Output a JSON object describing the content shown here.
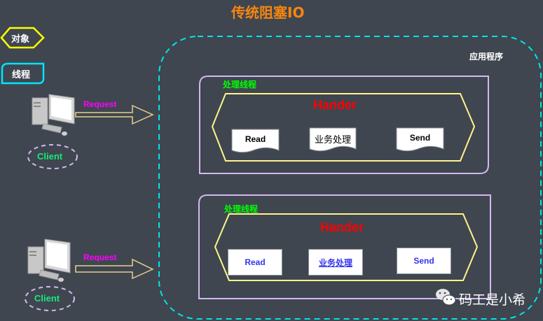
{
  "title": "传统阻塞IO",
  "legend": {
    "object_label": "对象",
    "thread_label": "线程",
    "object_color": "#ffff00",
    "thread_color": "#00e5ff"
  },
  "application": {
    "label": "应用程序",
    "border_color": "#00e5e5"
  },
  "clients": [
    {
      "label": "Client",
      "request_label": "Request"
    },
    {
      "label": "Client",
      "request_label": "Request"
    }
  ],
  "threads": [
    {
      "label": "处理线程",
      "handler": "Hander",
      "steps": [
        "Read",
        "业务处理",
        "Send"
      ],
      "step_style": "document"
    },
    {
      "label": "处理线程",
      "handler": "Hander",
      "steps": [
        "Read",
        "业务处理",
        "Send"
      ],
      "step_style": "box"
    }
  ],
  "colors": {
    "background": "#3f4650",
    "title": "#f7860e",
    "thread_box": "#d4b8ee",
    "handler_box": "#fff58a",
    "handler_text": "#ff0000",
    "thread_text": "#00ff00",
    "request_text": "#ff00ff",
    "client_text": "#18e87a",
    "arrow": "#e6d08a"
  },
  "watermark": {
    "icon": "wechat-icon",
    "text": "码工是小希"
  }
}
